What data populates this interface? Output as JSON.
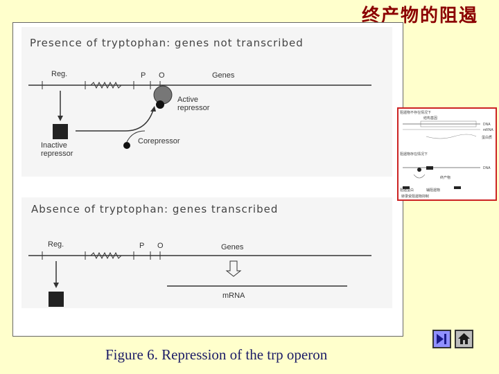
{
  "slide": {
    "title": "终产物的阻遏",
    "caption": "Figure 6. Repression of the trp operon"
  },
  "figure": {
    "top_heading": "Presence of tryptophan: genes not transcribed",
    "bottom_heading": "Absence of tryptophan: genes transcribed",
    "top_labels": {
      "reg": "Reg.",
      "p": "P",
      "o": "O",
      "genes": "Genes",
      "active_repressor_1": "Active",
      "active_repressor_2": "repressor",
      "inactive_repressor_1": "Inactive",
      "inactive_repressor_2": "repressor",
      "corepressor": "Corepressor"
    },
    "bottom_labels": {
      "reg": "Reg.",
      "p": "P",
      "o": "O",
      "genes": "Genes",
      "mrna": "mRNA"
    }
  },
  "thumbnail": {
    "text_1": "阻遏物不存在情况下",
    "text_2": "结构基因",
    "text_3": "DNA",
    "text_4": "mRNA",
    "text_5": "蛋白质",
    "text_6": "阻遏物存在情况下",
    "text_7": "DNA",
    "text_8": "终产物",
    "text_9": "阻遏蛋白",
    "text_10": "辅阻遏物",
    "text_11": "转录受阻遏物抑制"
  },
  "colors": {
    "title": "#8B0000",
    "caption": "#1a1a66",
    "background": "#FFFFCC",
    "thumb_border": "#cc2222"
  },
  "nav": {
    "prev_icon": "prev-slide-icon",
    "home_icon": "home-icon"
  }
}
